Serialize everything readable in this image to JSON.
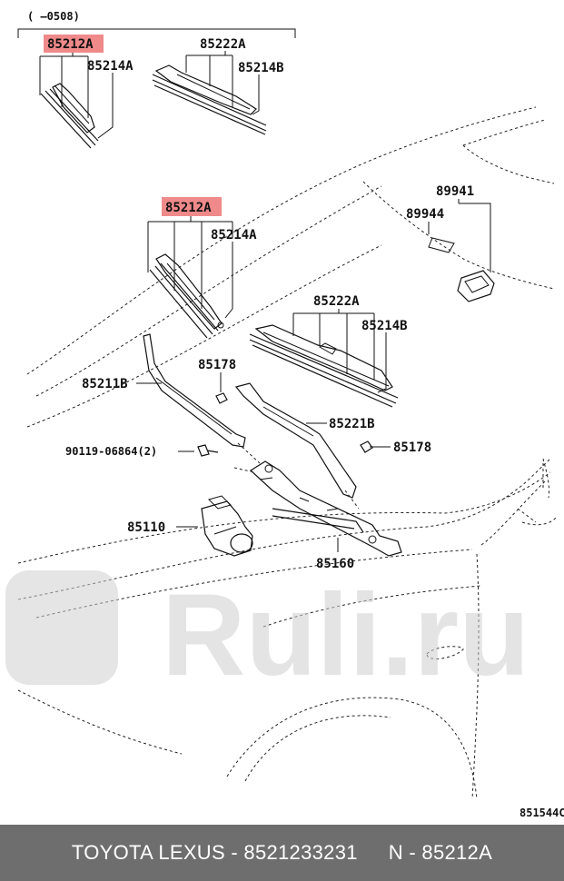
{
  "date_note": "(        –0508)",
  "labels": {
    "top_blade_left": "85212A",
    "top_rubber_left": "85214A",
    "top_blade_right": "85222A",
    "top_rubber_right": "85214B",
    "main_blade_left": "85212A",
    "main_rubber_left": "85214A",
    "main_blade_right": "85222A",
    "main_rubber_right": "85214B",
    "clip_a": "89941",
    "clip_b": "89944",
    "arm_left": "85211B",
    "nut_left": "85178",
    "arm_right": "85221B",
    "nut_right": "85178",
    "bolt": "90119-06864(2)",
    "motor": "85110",
    "linkage": "85160"
  },
  "figure_code": "851544C",
  "watermark": "Ruli.ru",
  "highlight_color": "#f08a8a",
  "footer": {
    "part": "TOYOTA LEXUS - 8521233231",
    "ref": "N - 85212A"
  }
}
